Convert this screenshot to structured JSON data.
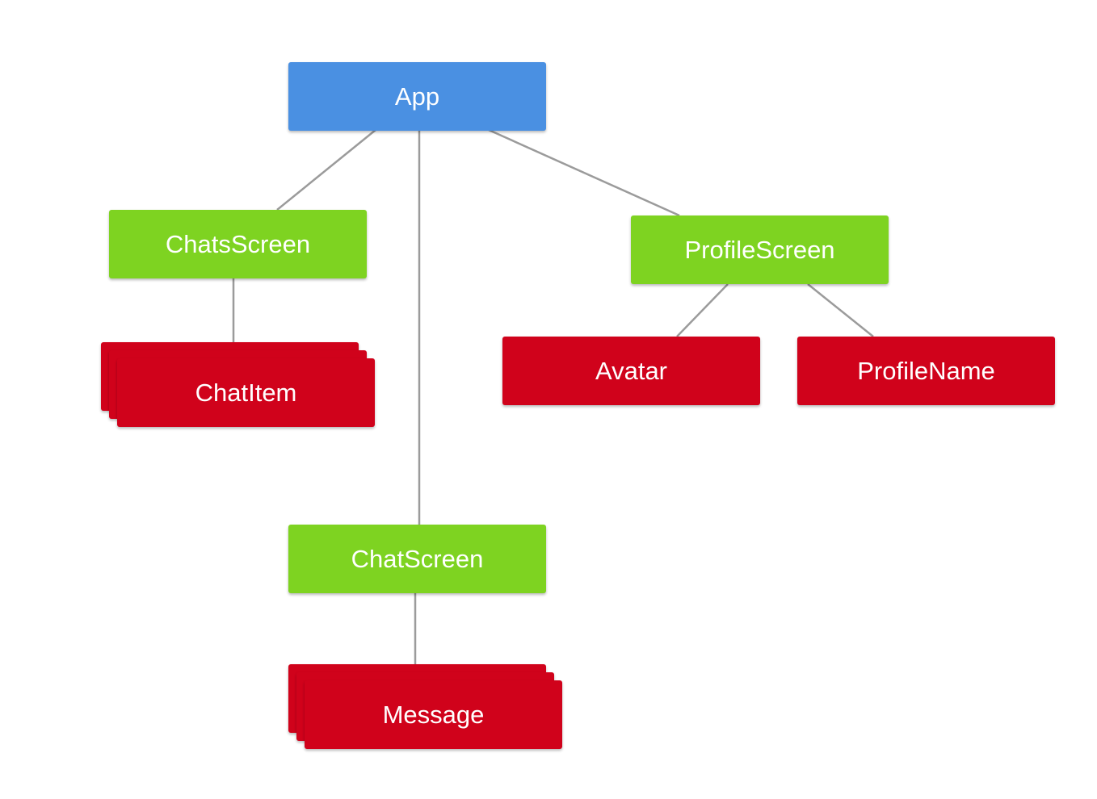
{
  "diagram": {
    "nodes": {
      "app": {
        "label": "App",
        "color": "#4a90e2"
      },
      "chats_screen": {
        "label": "ChatsScreen",
        "color": "#7ed321"
      },
      "profile_screen": {
        "label": "ProfileScreen",
        "color": "#7ed321"
      },
      "chat_item": {
        "label": "ChatItem",
        "color": "#d0021b"
      },
      "avatar": {
        "label": "Avatar",
        "color": "#d0021b"
      },
      "profile_name": {
        "label": "ProfileName",
        "color": "#d0021b"
      },
      "chat_screen": {
        "label": "ChatScreen",
        "color": "#7ed321"
      },
      "message": {
        "label": "Message",
        "color": "#d0021b"
      }
    },
    "edges": [
      {
        "from": "App",
        "to": "ChatsScreen"
      },
      {
        "from": "App",
        "to": "ChatScreen"
      },
      {
        "from": "App",
        "to": "ProfileScreen"
      },
      {
        "from": "ChatsScreen",
        "to": "ChatItem"
      },
      {
        "from": "ChatScreen",
        "to": "Message"
      },
      {
        "from": "ProfileScreen",
        "to": "Avatar"
      },
      {
        "from": "ProfileScreen",
        "to": "ProfileName"
      }
    ],
    "connector_color": "#9b9b9b"
  }
}
